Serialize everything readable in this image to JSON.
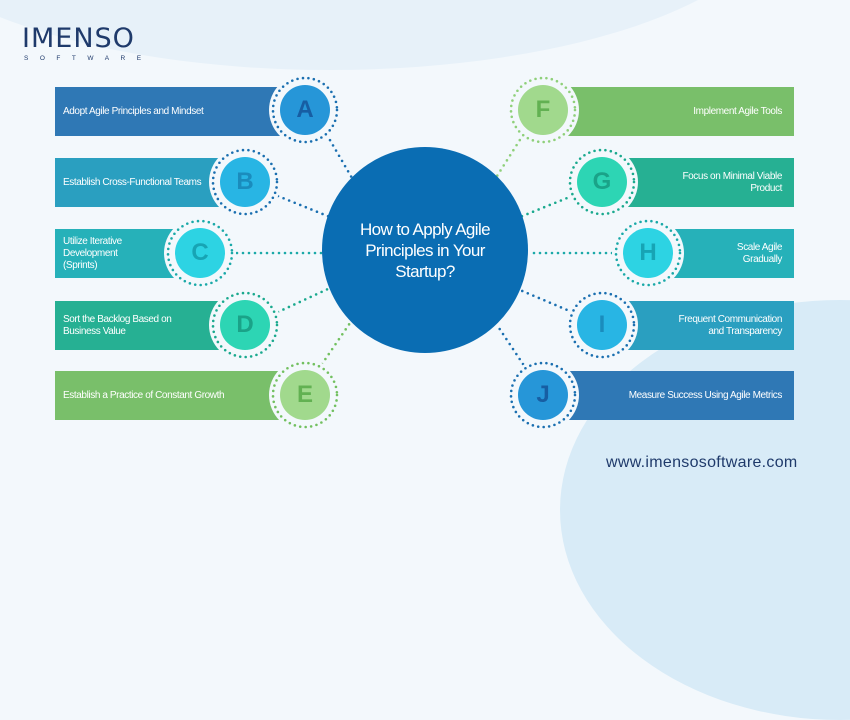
{
  "logo": {
    "main": "IMENSO",
    "sub": "SOFTWARE"
  },
  "center": {
    "title": "How to Apply Agile Principles in Your Startup?"
  },
  "colors": {
    "background": "#f3f8fc",
    "center": "#0a6db3",
    "navy": "#1f3a6b"
  },
  "left_items": [
    {
      "letter": "A",
      "label": "Adopt Agile Principles and Mindset",
      "bar": "#2f78b5",
      "disc": "#2696d8",
      "letter_color": "#175ea3",
      "dots": "#1a6fb0"
    },
    {
      "letter": "B",
      "label": "Establish Cross-Functional Teams",
      "bar": "#2a9fc0",
      "disc": "#28b5e4",
      "letter_color": "#1a8cbd",
      "dots": "#1a6fb0"
    },
    {
      "letter": "C",
      "label": "Utilize Iterative Development (Sprints)",
      "bar": "#26b1b9",
      "disc": "#2dd3e3",
      "letter_color": "#17a4b4",
      "dots": "#1aa9a8"
    },
    {
      "letter": "D",
      "label": "Sort the Backlog Based on Business Value",
      "bar": "#26b093",
      "disc": "#2dd5b4",
      "letter_color": "#1aa388",
      "dots": "#1aa98e"
    },
    {
      "letter": "E",
      "label": "Establish a Practice of Constant Growth",
      "bar": "#79bf6a",
      "disc": "#a1d98d",
      "letter_color": "#62b152",
      "dots": "#72c060"
    }
  ],
  "right_items": [
    {
      "letter": "F",
      "label": "Implement Agile Tools",
      "bar": "#79bf6a",
      "disc": "#a1d98d",
      "letter_color": "#62b152",
      "dots": "#8fd07a"
    },
    {
      "letter": "G",
      "label": "Focus on Minimal Viable Product",
      "bar": "#26b093",
      "disc": "#2dd5b4",
      "letter_color": "#1aa388",
      "dots": "#1aa98e"
    },
    {
      "letter": "H",
      "label": "Scale Agile Gradually",
      "bar": "#26b1b9",
      "disc": "#2dd3e3",
      "letter_color": "#17a4b4",
      "dots": "#1aa9a8"
    },
    {
      "letter": "I",
      "label": "Frequent Communication and Transparency",
      "bar": "#2a9fc0",
      "disc": "#28b5e4",
      "letter_color": "#1a8cbd",
      "dots": "#1a6fb0"
    },
    {
      "letter": "J",
      "label": "Measure Success Using Agile Metrics",
      "bar": "#2f78b5",
      "disc": "#2696d8",
      "letter_color": "#175ea3",
      "dots": "#1a6fb0"
    }
  ],
  "footer": {
    "url": "www.imensosoftware.com"
  }
}
